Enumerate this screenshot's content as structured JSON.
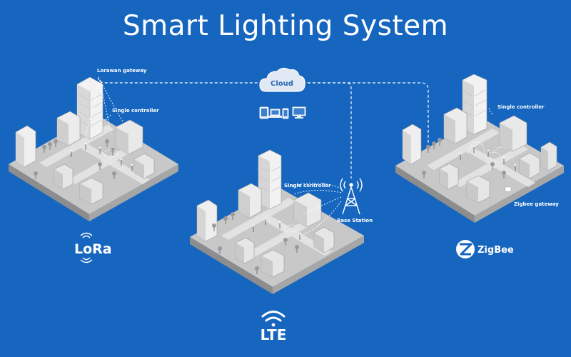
{
  "title": "Smart Lighting System",
  "cloud": {
    "label": "Cloud"
  },
  "labels": {
    "lorawan_gateway": "Lorawan gateway",
    "single_controller_left": "Single controller",
    "single_controller_center": "Single controller",
    "base_station": "Base Station",
    "single_controller_right": "Single controller",
    "zigbee_gateway": "Zigbee gateway"
  },
  "brands": {
    "lora": "LoRa",
    "lte": "LTE",
    "zigbee": "ZigBee"
  },
  "colors": {
    "background": "#1666bf",
    "ground": "#c9c9c9",
    "building": "#e6e6e6",
    "connection": "#ffffff"
  },
  "icons": [
    "cloud-icon",
    "tablet-icon",
    "phone-icon",
    "laptop-icon",
    "desktop-icon",
    "cell-tower-icon",
    "wifi-icon",
    "zigbee-logo-icon"
  ]
}
